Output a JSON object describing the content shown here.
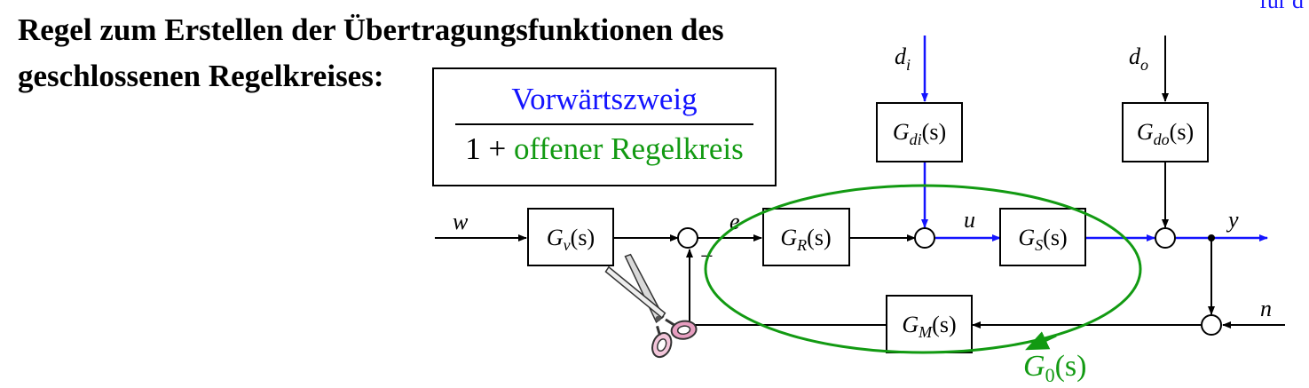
{
  "heading": {
    "line1": "Regel zum Erstellen der Übertragungsfunktionen des",
    "line2": "geschlossenen Regelkreises:",
    "corner_fragment": "für d"
  },
  "rule": {
    "numerator": "Vorwärtszweig",
    "denominator_prefix": "1 + ",
    "denominator_green": "offener Regelkreis"
  },
  "blocks": {
    "Gv": "G",
    "Gv_sub": "v",
    "GR": "G",
    "GR_sub": "R",
    "GS": "G",
    "GS_sub": "S",
    "GM": "G",
    "GM_sub": "M",
    "Gdi": "G",
    "Gdi_sub": "di",
    "Gdo": "G",
    "Gdo_sub": "do",
    "arg": "(s)"
  },
  "signals": {
    "w": "w",
    "e": "e",
    "u": "u",
    "y": "y",
    "n": "n",
    "di_main": "d",
    "di_sub": "i",
    "do_main": "d",
    "do_sub": "o",
    "minus": "−"
  },
  "loop_label": {
    "main": "G",
    "sub": "0",
    "arg": "(s)"
  },
  "colors": {
    "blue": "#1414ff",
    "green": "#129a12",
    "black": "#000000",
    "pink": "#e79ec0"
  },
  "icons": {
    "scissors": "scissors-icon"
  }
}
